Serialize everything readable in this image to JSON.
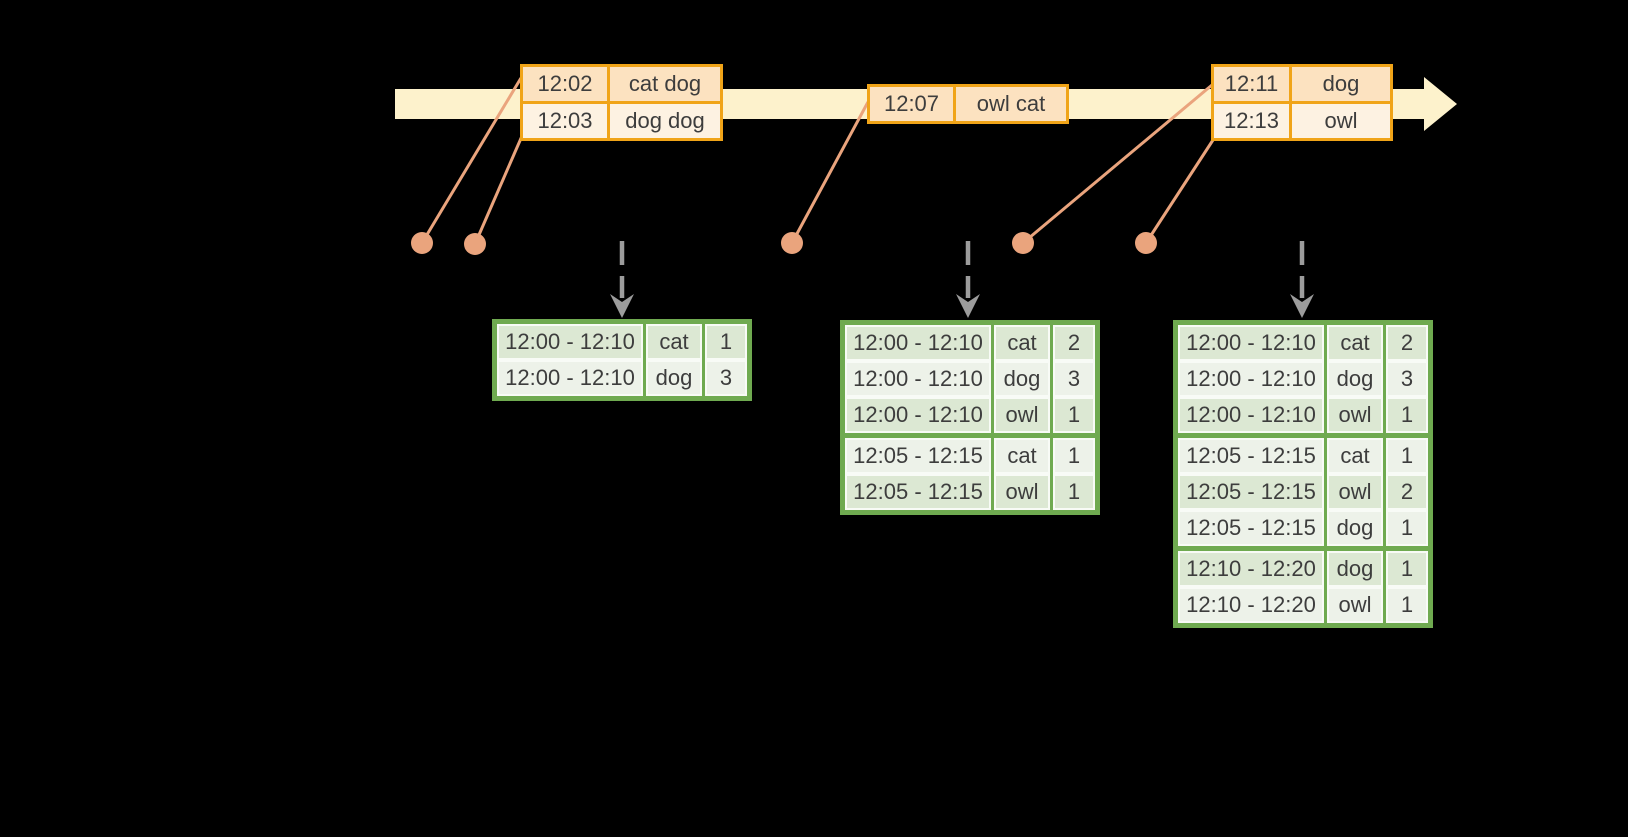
{
  "colors": {
    "background": "#000000",
    "timeline_band": "#fdf2cc",
    "event_border": "#f0a418",
    "event_fill_dark": "#fce2c0",
    "event_fill_light": "#fdf2e2",
    "marker": "#eaa47d",
    "trigger_arrow": "#9c9c9c",
    "result_border": "#6faa50",
    "result_fill_dark": "#dce8d3",
    "result_fill_light": "#edf2e9",
    "cell_divider": "#f8fbf6",
    "text": "#3d3d3d"
  },
  "timeline": {
    "event_tables": [
      {
        "rows": [
          {
            "time": "12:02",
            "words": "cat dog"
          },
          {
            "time": "12:03",
            "words": "dog dog"
          }
        ]
      },
      {
        "rows": [
          {
            "time": "12:07",
            "words": "owl cat"
          }
        ]
      },
      {
        "rows": [
          {
            "time": "12:11",
            "words": "dog"
          },
          {
            "time": "12:13",
            "words": "owl"
          }
        ]
      }
    ]
  },
  "result_tables": [
    {
      "rows": [
        {
          "window": "12:00 - 12:10",
          "word": "cat",
          "count": "1"
        },
        {
          "window": "12:00 - 12:10",
          "word": "dog",
          "count": "3"
        }
      ]
    },
    {
      "rows": [
        {
          "window": "12:00 - 12:10",
          "word": "cat",
          "count": "2"
        },
        {
          "window": "12:00 - 12:10",
          "word": "dog",
          "count": "3"
        },
        {
          "window": "12:00 - 12:10",
          "word": "owl",
          "count": "1"
        },
        {
          "window": "12:05 - 12:15",
          "word": "cat",
          "count": "1"
        },
        {
          "window": "12:05 - 12:15",
          "word": "owl",
          "count": "1"
        }
      ]
    },
    {
      "rows": [
        {
          "window": "12:00 - 12:10",
          "word": "cat",
          "count": "2"
        },
        {
          "window": "12:00 - 12:10",
          "word": "dog",
          "count": "3"
        },
        {
          "window": "12:00 - 12:10",
          "word": "owl",
          "count": "1"
        },
        {
          "window": "12:05 - 12:15",
          "word": "cat",
          "count": "1"
        },
        {
          "window": "12:05 - 12:15",
          "word": "owl",
          "count": "2"
        },
        {
          "window": "12:05 - 12:15",
          "word": "dog",
          "count": "1"
        },
        {
          "window": "12:10 - 12:20",
          "word": "dog",
          "count": "1"
        },
        {
          "window": "12:10 - 12:20",
          "word": "owl",
          "count": "1"
        }
      ]
    }
  ]
}
